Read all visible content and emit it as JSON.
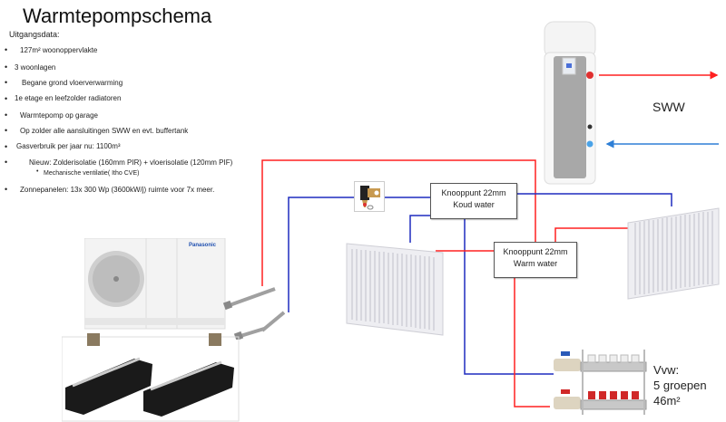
{
  "title": "Warmtepompschema",
  "subtitle": "Uitgangsdata:",
  "items": [
    {
      "text": "127m² woonoppervlakte",
      "indent": 1
    },
    {
      "text": "3  woonlagen",
      "indent": 0
    },
    {
      "text": "Begane grond vloerverwarming",
      "indent": 2
    },
    {
      "text": "1e  etage en leefzolder radiatoren",
      "indent": 0
    },
    {
      "text": "Warmtepomp op garage",
      "indent": 2
    },
    {
      "text": "Op zolder alle aansluitingen SWW  en evt. buffertank",
      "indent": 1
    },
    {
      "text": "Gasverbruik per jaar  nu: 1100m³",
      "indent": 0
    },
    {
      "text": "Nieuw: Zolderisolatie (160mm PIR) + vloerisolatie (120mm PIF)",
      "indent": 3
    },
    {
      "text": "Mechanische ventilatie( Itho CVE)",
      "indent": 4,
      "sub": true
    },
    {
      "text": "Zonnepanelen: 13x 300 Wp  (3600kW/j)  ruimte voor 7x meer.",
      "indent": 1
    }
  ],
  "nodes": {
    "cold": {
      "line1": "Knooppunt 22mm",
      "line2": "Koud water"
    },
    "warm": {
      "line1": "Knooppunt 22mm",
      "line2": "Warm water"
    }
  },
  "labels": {
    "sww": "SWW",
    "vvw_title": "Vvw:",
    "vvw_groups": " 5 groepen",
    "vvw_area": "46m²",
    "heatpump_brand": "Panasonic"
  },
  "colors": {
    "hot": "#ff2020",
    "cold": "#1f2bbf",
    "sww_cold": "#2e7fd6"
  }
}
